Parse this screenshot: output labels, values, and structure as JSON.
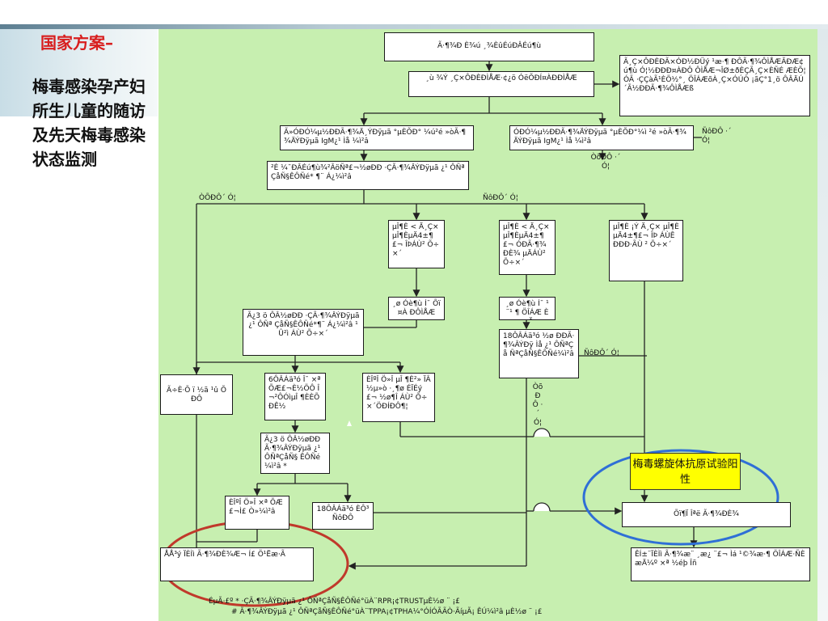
{
  "title": "国家方案–",
  "subtitle": "梅毒感染孕产妇所生儿童的随访及先天梅毒感染状态监测",
  "highlight_label": "梅毒螺旋体抗原试验阳性",
  "colors": {
    "canvas": "#c7efb0",
    "title_red": "#d81e1e",
    "highlight_yellow": "#ffff00",
    "ellipse_red": "#c0392b",
    "ellipse_blue": "#2f6fd6"
  },
  "nodes": {
    "n1": "Ã·¶¾Ð È¾ú  ¸¾ÈûÉúÐÂÉú¶ù",
    "n2": "¸ù ¾Ý ¸Ç×ÔÐÈÐÌÅÆ·¢¿ö ÓëÕÐÍ¤ÀÐÐÌÅÆ",
    "n3": "Ã¸Ç×ÔÐÈÐÃ×ÓÐ½ÐÜý ¹æ·¶ ÐÔÃ·¶¾ÔÌÅÆÃÐÆ¢ú¶ù Ó¦½ÐÐÐ¤ÀÐÔ ÔÌÅÆ¬ÎØ±ðÈÇÃ¸Ç×ÈÑÉ ÆÈÕ¦ÓÃ ·ÇÇàÃ¹ÈÖ½°¸ ÖÎÁÆõÀ¸Ç×ÓÚÒ ¡ãÇ°1¸ö ÔÂÄÚ´Ã½ÐÐÃ·¶¾ÔÌÅÆß",
    "n4": "Ã»ÓÐÓ¼µ½ÐÐÃ·¶¾Ä¸ÝÐÿµã °µÈÕÐ° ¼ú²é »òÃ·¶¾ÄÝÐÿµã IgM¿¹ Ìå ¼ì²â",
    "n5": "ÓÐÓ¼µ½ÐÐÃ·¶¾ÄÝÐÿµã °µÈÕÐ°¼ì ²é »òÃ·¶¾ÄÝÐÿµã IgM¿¹ Ìå ¼ì²â",
    "n6": "²É ¼¯ÐÂÉú¶ù¾²ÂöÑª£¬½øÐÐ ·ÇÃ·¶¾ÂÝÐÿµã ¿¹ Ô­ÑªÇåÑ§ÊÔÑé* ¶¨ Á¿¼ì²â",
    "n7": "µÎ¶È < Ä¸Ç× µÎ¶ÈµÄ4±¶£¬ ÎÞÁÙ² Õ÷×´",
    "n8": "µÎ¶È < Ä¸Ç× µÎ¶ÈµÄ4±¶£¬ ÓÐÃ·¶¾ÐÈ¾ µÄÁÙ² Õ÷×´",
    "n9": "µÎ¶È ¡Ý Ä¸Ç× µÎ¶ÈµÄ4±¶£¬ ÎÞ ÁÙÊÐÐÐ·ÃÙ ² Õ÷×´",
    "n10": "¸ø Óè¶ù Í¯ Õï¤À ÐÔÌÅÆ",
    "n11": "¸ø Óè¶ù Í¯ ¹ ¨¹ ¶ ÖÎÁÆ ÈæÄ",
    "n12": "Ã¿3 ö ÔÂ½øÐÐ ·ÇÃ·¶¾ÂÝÐÿµã ¿¹ Ô­Ñª ÇåÑ§ÊÔÑé*¶¨ Á¿¼ì²â ¹Û²ì ÁÙ² Õ÷×´",
    "n13": "18ÔÂÁä³ó ½ø ÐÐÃ·¶¾ÂÝÐÿ Ìå ¿¹ Ô­ÑªÇå ÑªÇåÑ§ÊÔÑé¼ì²â",
    "n14": "Ã÷È·Õ ï ½ã ¹û ÕÐÔ",
    "n15": "6ÔÂÁä³ó Î¯ ×ª ÕÆ£¬È½ÖÔ Î¬²ÔÓìµÎ ¶ÈÈÕÐÊ½",
    "n16": "ÈÎºÎ Ö»Î µÎ ¶È²» ÏÂ½µ»ò ·¸¶ø ÉÏÉý£¬ ½ø¶Î ÁÙ² Õ÷ ×´ÖÐÍÐÔ¶¦",
    "n17": "Ã¿3 ö ÔÂ½øÐÐ Ã·¶¾ÂÝÐÿµã ¿¹ Ô­ÑªÇåÑ§ ÊÔÑé¼ì²â *",
    "n18": "ÈÎºÎ Ö»Î ×ª ÕÆ£¬Ì£ Ò»¼ì²â",
    "n19": "18ÔÂÁä³ó ÈÔ³ ÑôÐÔ",
    "n20": "Õï¶Ï Îªë Ã·¶¾ÐÈ¾",
    "n21": "ÅÅ³ý ÏÈÌì Ã·¶¾ÐÈ¾Æ¬ Í£ Ö¹Ëæ·Ã",
    "n22": "ÊÍ±¨ÏÈÌì Ã·¶¾æ¨ ¸æ¿ ¨£¬ Ìá ¹©¾æ·¶ ÖÎÁÆ·ÑÈæÄ¼º ×ª ½éþ Îñ"
  },
  "edge_labels": {
    "no_left": "ÒÕÐÔ´ Ó¦",
    "yes_mid": "ÑôÐÔ´ Ó¦",
    "yes_right": "ÑôÐÔ´ Ó¦",
    "right_n5": "ÑôÐÔ ·´ Ó¦",
    "below_n5": "ÒõÐÔ ·´ Ó¦",
    "v_n13": "Òõ ÐÔ ·´ Ó¦"
  },
  "footnotes": [
    "ÉµÃ·£º * ·ÇÃ·¶¾ÂÝÐÿµã ¿¹ Ô­ÑªÇåÑ§ÊÔÑé°üÀ¨RPR¡¢TRUSTµÈ½ø ¨ ¡£",
    "# Ã·¶¾ÂÝÐÿµã ¿¹ Ô­ÑªÇåÑ§ÊÔÑé°üÀ¨TPPA¡¢TPHA¼°ÓÍÓÃÃÒ·ÃíµÃ¡ ÊÚ¼ì²â µÈ½ø ¨ ¡£"
  ]
}
